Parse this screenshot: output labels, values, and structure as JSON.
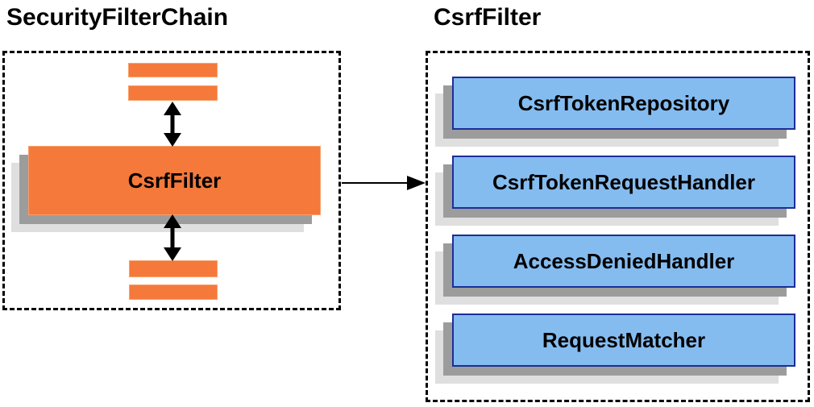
{
  "diagram": {
    "left": {
      "title": "SecurityFilterChain",
      "filter_box_label": "CsrfFilter"
    },
    "right": {
      "title": "CsrfFilter",
      "components": [
        "CsrfTokenRepository",
        "CsrfTokenRequestHandler",
        "AccessDeniedHandler",
        "RequestMatcher"
      ]
    },
    "colors": {
      "orange_fill": "#F4793B",
      "orange_edge": "#F9A06A",
      "blue_fill": "#85BCF0",
      "blue_border": "#1C2E97",
      "shadow_dark": "#9C9C9C",
      "shadow_light": "#DFDFDF",
      "line_color": "#000000"
    }
  }
}
